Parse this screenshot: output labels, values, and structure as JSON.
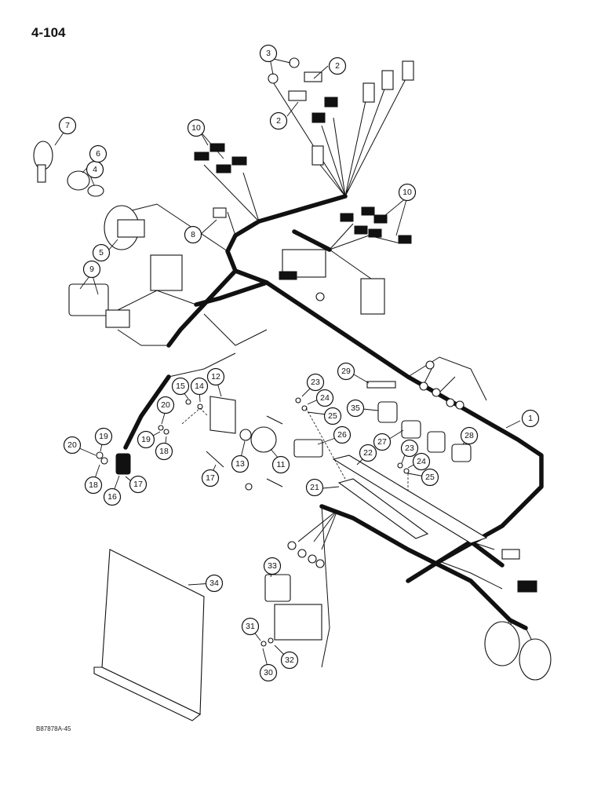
{
  "page": {
    "page_number": "4-104",
    "figure_code": "B87878A-45"
  },
  "callouts": {
    "c1": "1",
    "c2a": "2",
    "c2b": "2",
    "c3": "3",
    "c4": "4",
    "c5": "5",
    "c6": "6",
    "c7": "7",
    "c8": "8",
    "c9": "9",
    "c10a": "10",
    "c10b": "10",
    "c11": "11",
    "c12": "12",
    "c13": "13",
    "c14": "14",
    "c15": "15",
    "c16": "16",
    "c17a": "17",
    "c17b": "17",
    "c18a": "18",
    "c18b": "18",
    "c19a": "19",
    "c19b": "19",
    "c20a": "20",
    "c20b": "20",
    "c21": "21",
    "c22": "22",
    "c23a": "23",
    "c23b": "23",
    "c24a": "24",
    "c24b": "24",
    "c25a": "25",
    "c25b": "25",
    "c26": "26",
    "c27": "27",
    "c28": "28",
    "c29": "29",
    "c30": "30",
    "c31": "31",
    "c32": "32",
    "c33": "33",
    "c34": "34",
    "c35": "35"
  }
}
